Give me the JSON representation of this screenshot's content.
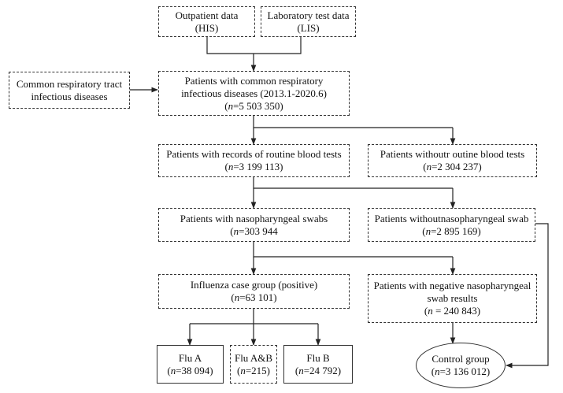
{
  "nodes": {
    "his": {
      "line1": "Outpatient data",
      "line2": "(HIS)"
    },
    "lis": {
      "line1": "Laboratory test data",
      "line2": "(LIS)"
    },
    "common": {
      "line1": "Common respiratory tract",
      "line2": "infectious diseases"
    },
    "patients": {
      "line1": "Patients with common respiratory",
      "line2": "infectious diseases (2013.1-2020.6)",
      "n": "=5 503 350)"
    },
    "blood": {
      "line1": "Patients with records of routine blood tests",
      "n": "=3 199 113)"
    },
    "noblood": {
      "line1": "Patients withoutr outine blood tests",
      "n": "=2 304 237)"
    },
    "swab": {
      "line1": "Patients with nasopharyngeal swabs",
      "n": "=303 944"
    },
    "noswab": {
      "line1": "Patients withoutnasopharyngeal swab",
      "n": "=2 895 169)"
    },
    "flu_case": {
      "line1": "Influenza case group (positive)",
      "n": "=63 101)"
    },
    "negative": {
      "line1": "Patients with negative nasopharyngeal",
      "line2": "swab results",
      "n": "240 843)"
    },
    "flu_a": {
      "line1": "Flu A",
      "n": "=38 094)"
    },
    "flu_ab": {
      "line1": "Flu A&B",
      "n": "=215)"
    },
    "flu_b": {
      "line1": "Flu B",
      "n": "=24 792)"
    },
    "control": {
      "line1": "Control group",
      "n": "=3 136 012)"
    }
  },
  "n_symbol": "n",
  "open_paren": "("
}
